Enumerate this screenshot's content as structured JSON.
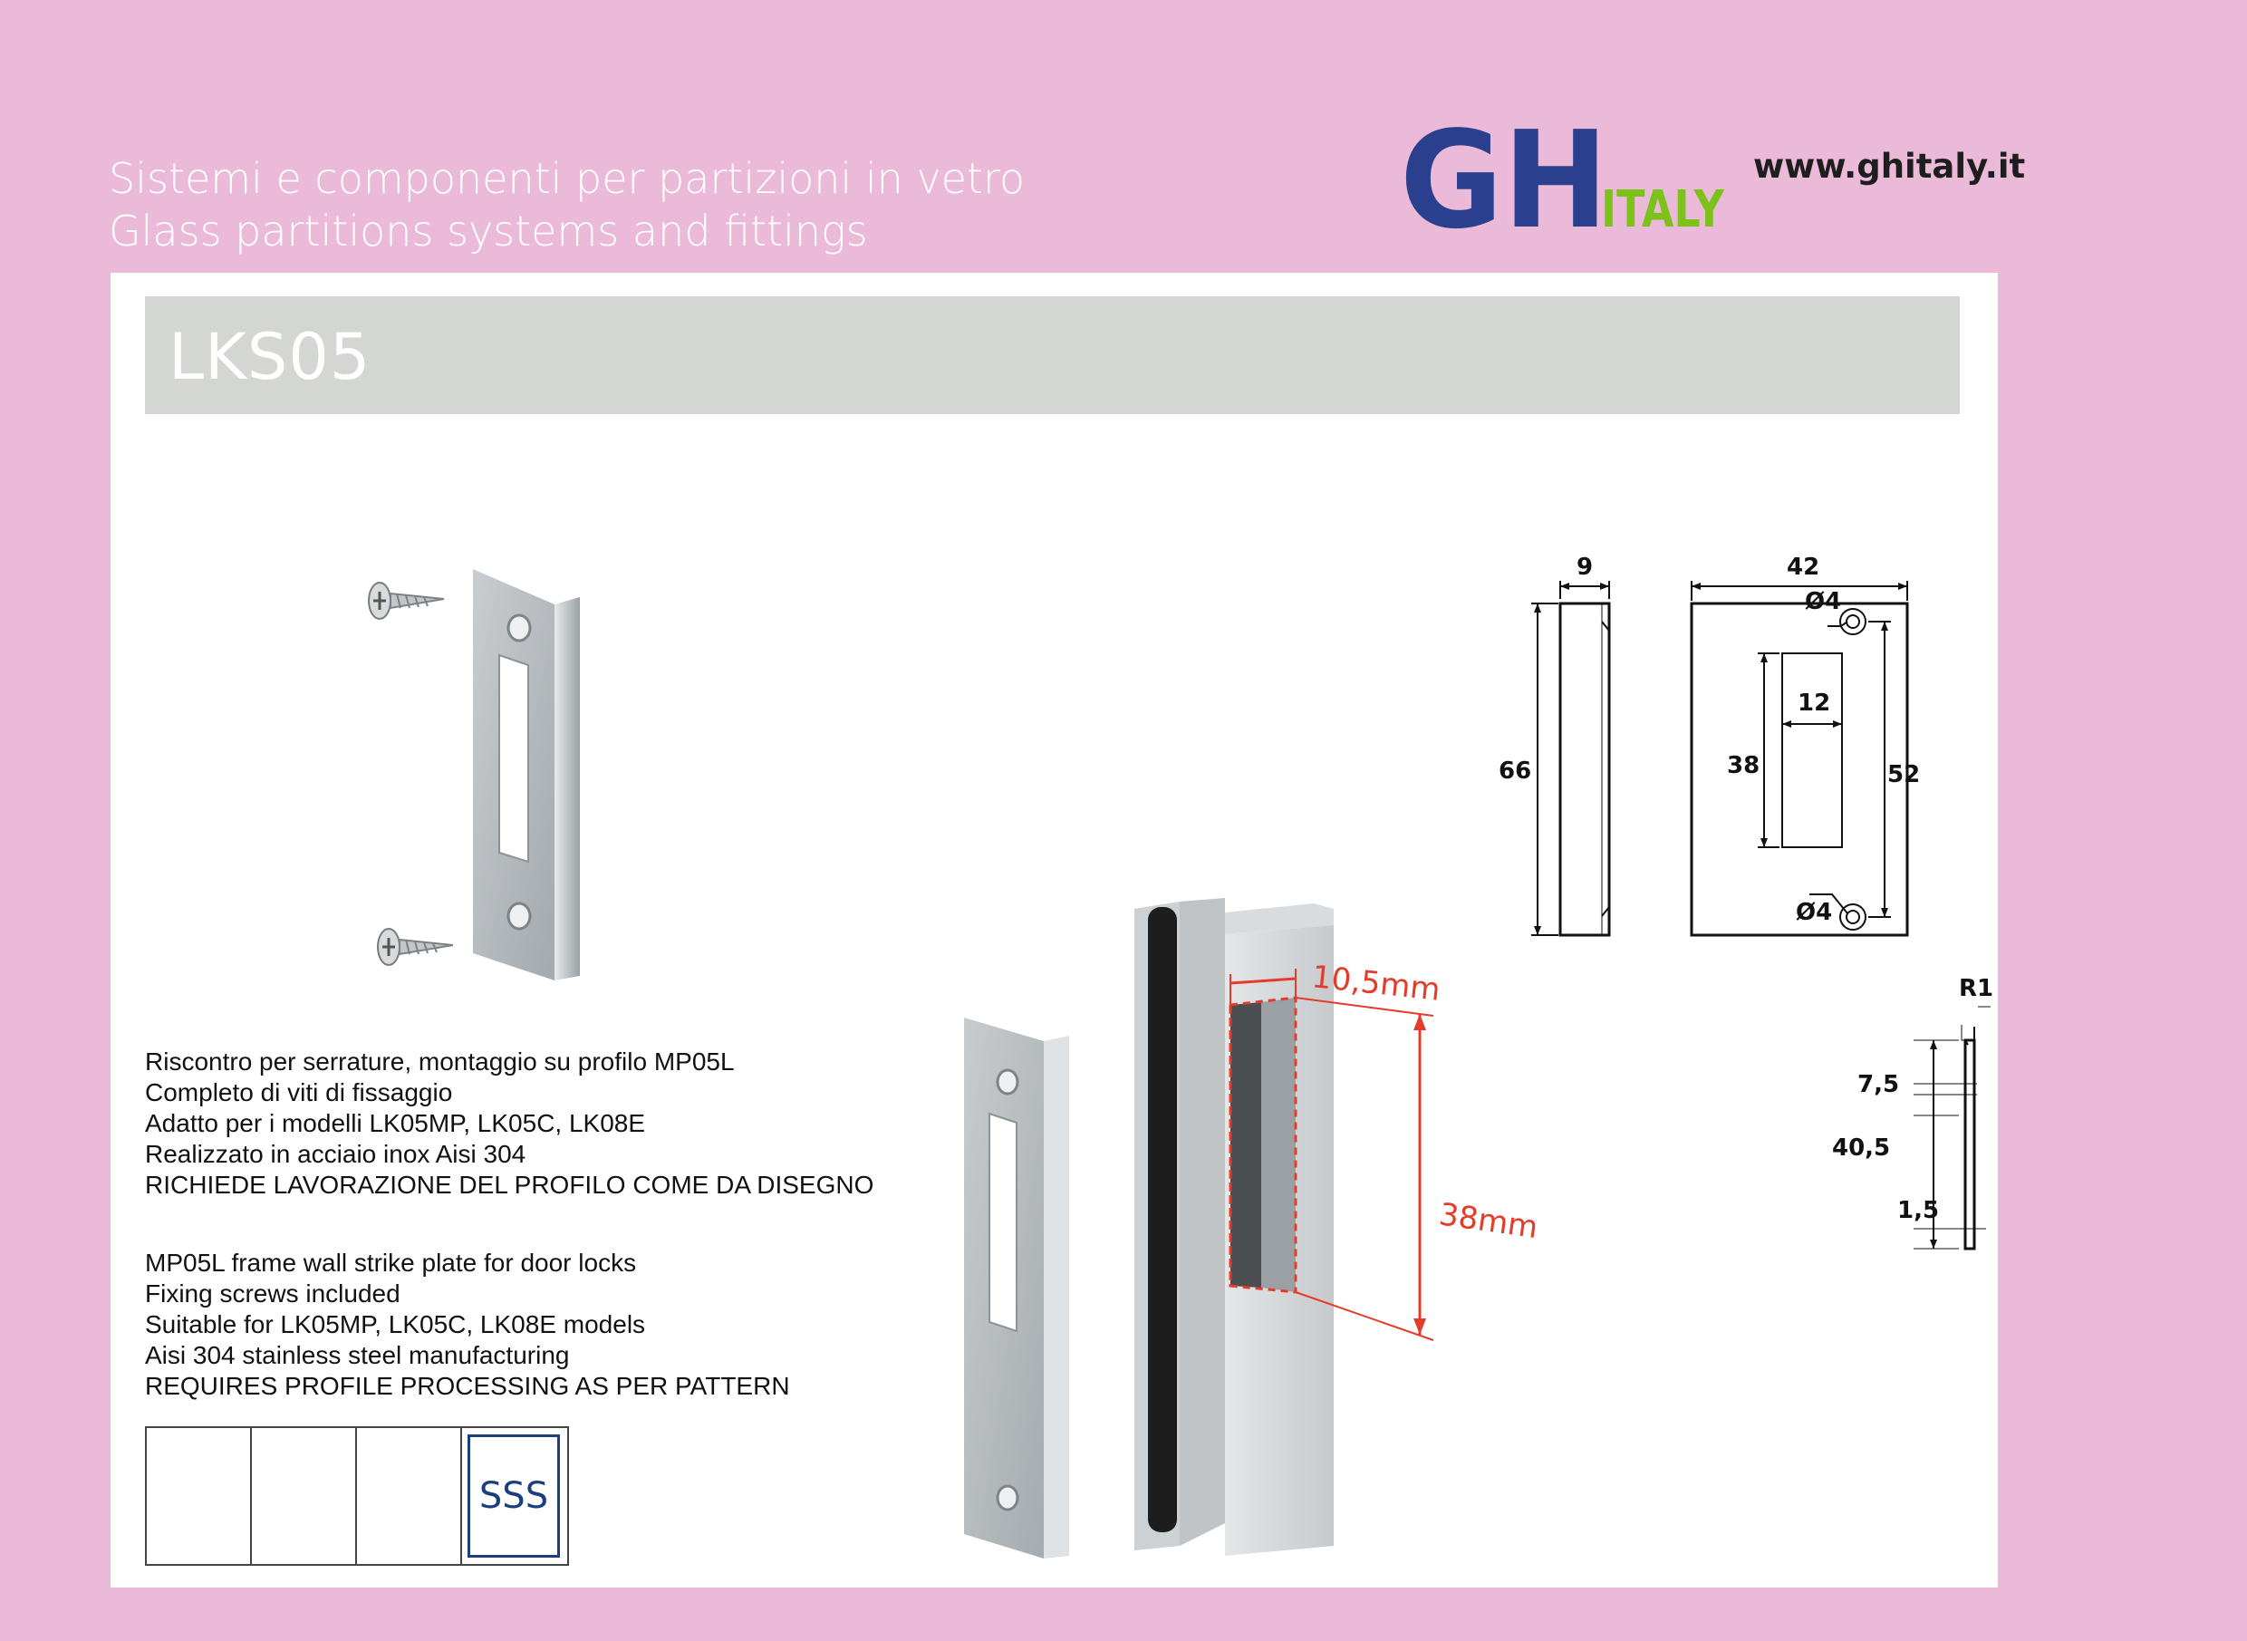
{
  "header": {
    "tagline_it": "Sistemi e componenti per partizioni in vetro",
    "tagline_en": "Glass partitions systems and fittings",
    "logo": {
      "main": "GH",
      "sub": "ITALY",
      "colors": {
        "blue": "#2b3f8f",
        "green": "#7cc21b"
      }
    },
    "url": "www.ghitaly.it"
  },
  "product": {
    "code": "LKS05",
    "description_it": [
      "Riscontro per serrature, montaggio su profilo MP05L",
      "Completo di viti di fissaggio",
      "Adatto per i modelli LK05MP, LK05C, LK08E",
      "Realizzato in acciaio inox Aisi 304",
      "RICHIEDE LAVORAZIONE DEL PROFILO COME DA DISEGNO"
    ],
    "description_en": [
      "MP05L frame wall strike plate for door locks",
      "Fixing screws included",
      "Suitable for LK05MP, LK05C, LK08E models",
      "Aisi 304 stainless steel manufacturing",
      "REQUIRES PROFILE PROCESSING AS PER PATTERN"
    ],
    "finish_badges": [
      "",
      "",
      "",
      "SSS"
    ]
  },
  "drawing": {
    "side_width": "9",
    "height": "66",
    "front_width": "42",
    "hole_top": "Ø4",
    "hole_bottom": "Ø4",
    "slot_width": "12",
    "slot_height": "38",
    "hole_spacing": "52",
    "radius": "R1",
    "edge_offset": "7,5",
    "section_height": "40,5",
    "thickness": "1,5"
  },
  "cutout": {
    "width_label": "10,5mm",
    "height_label": "38mm"
  }
}
